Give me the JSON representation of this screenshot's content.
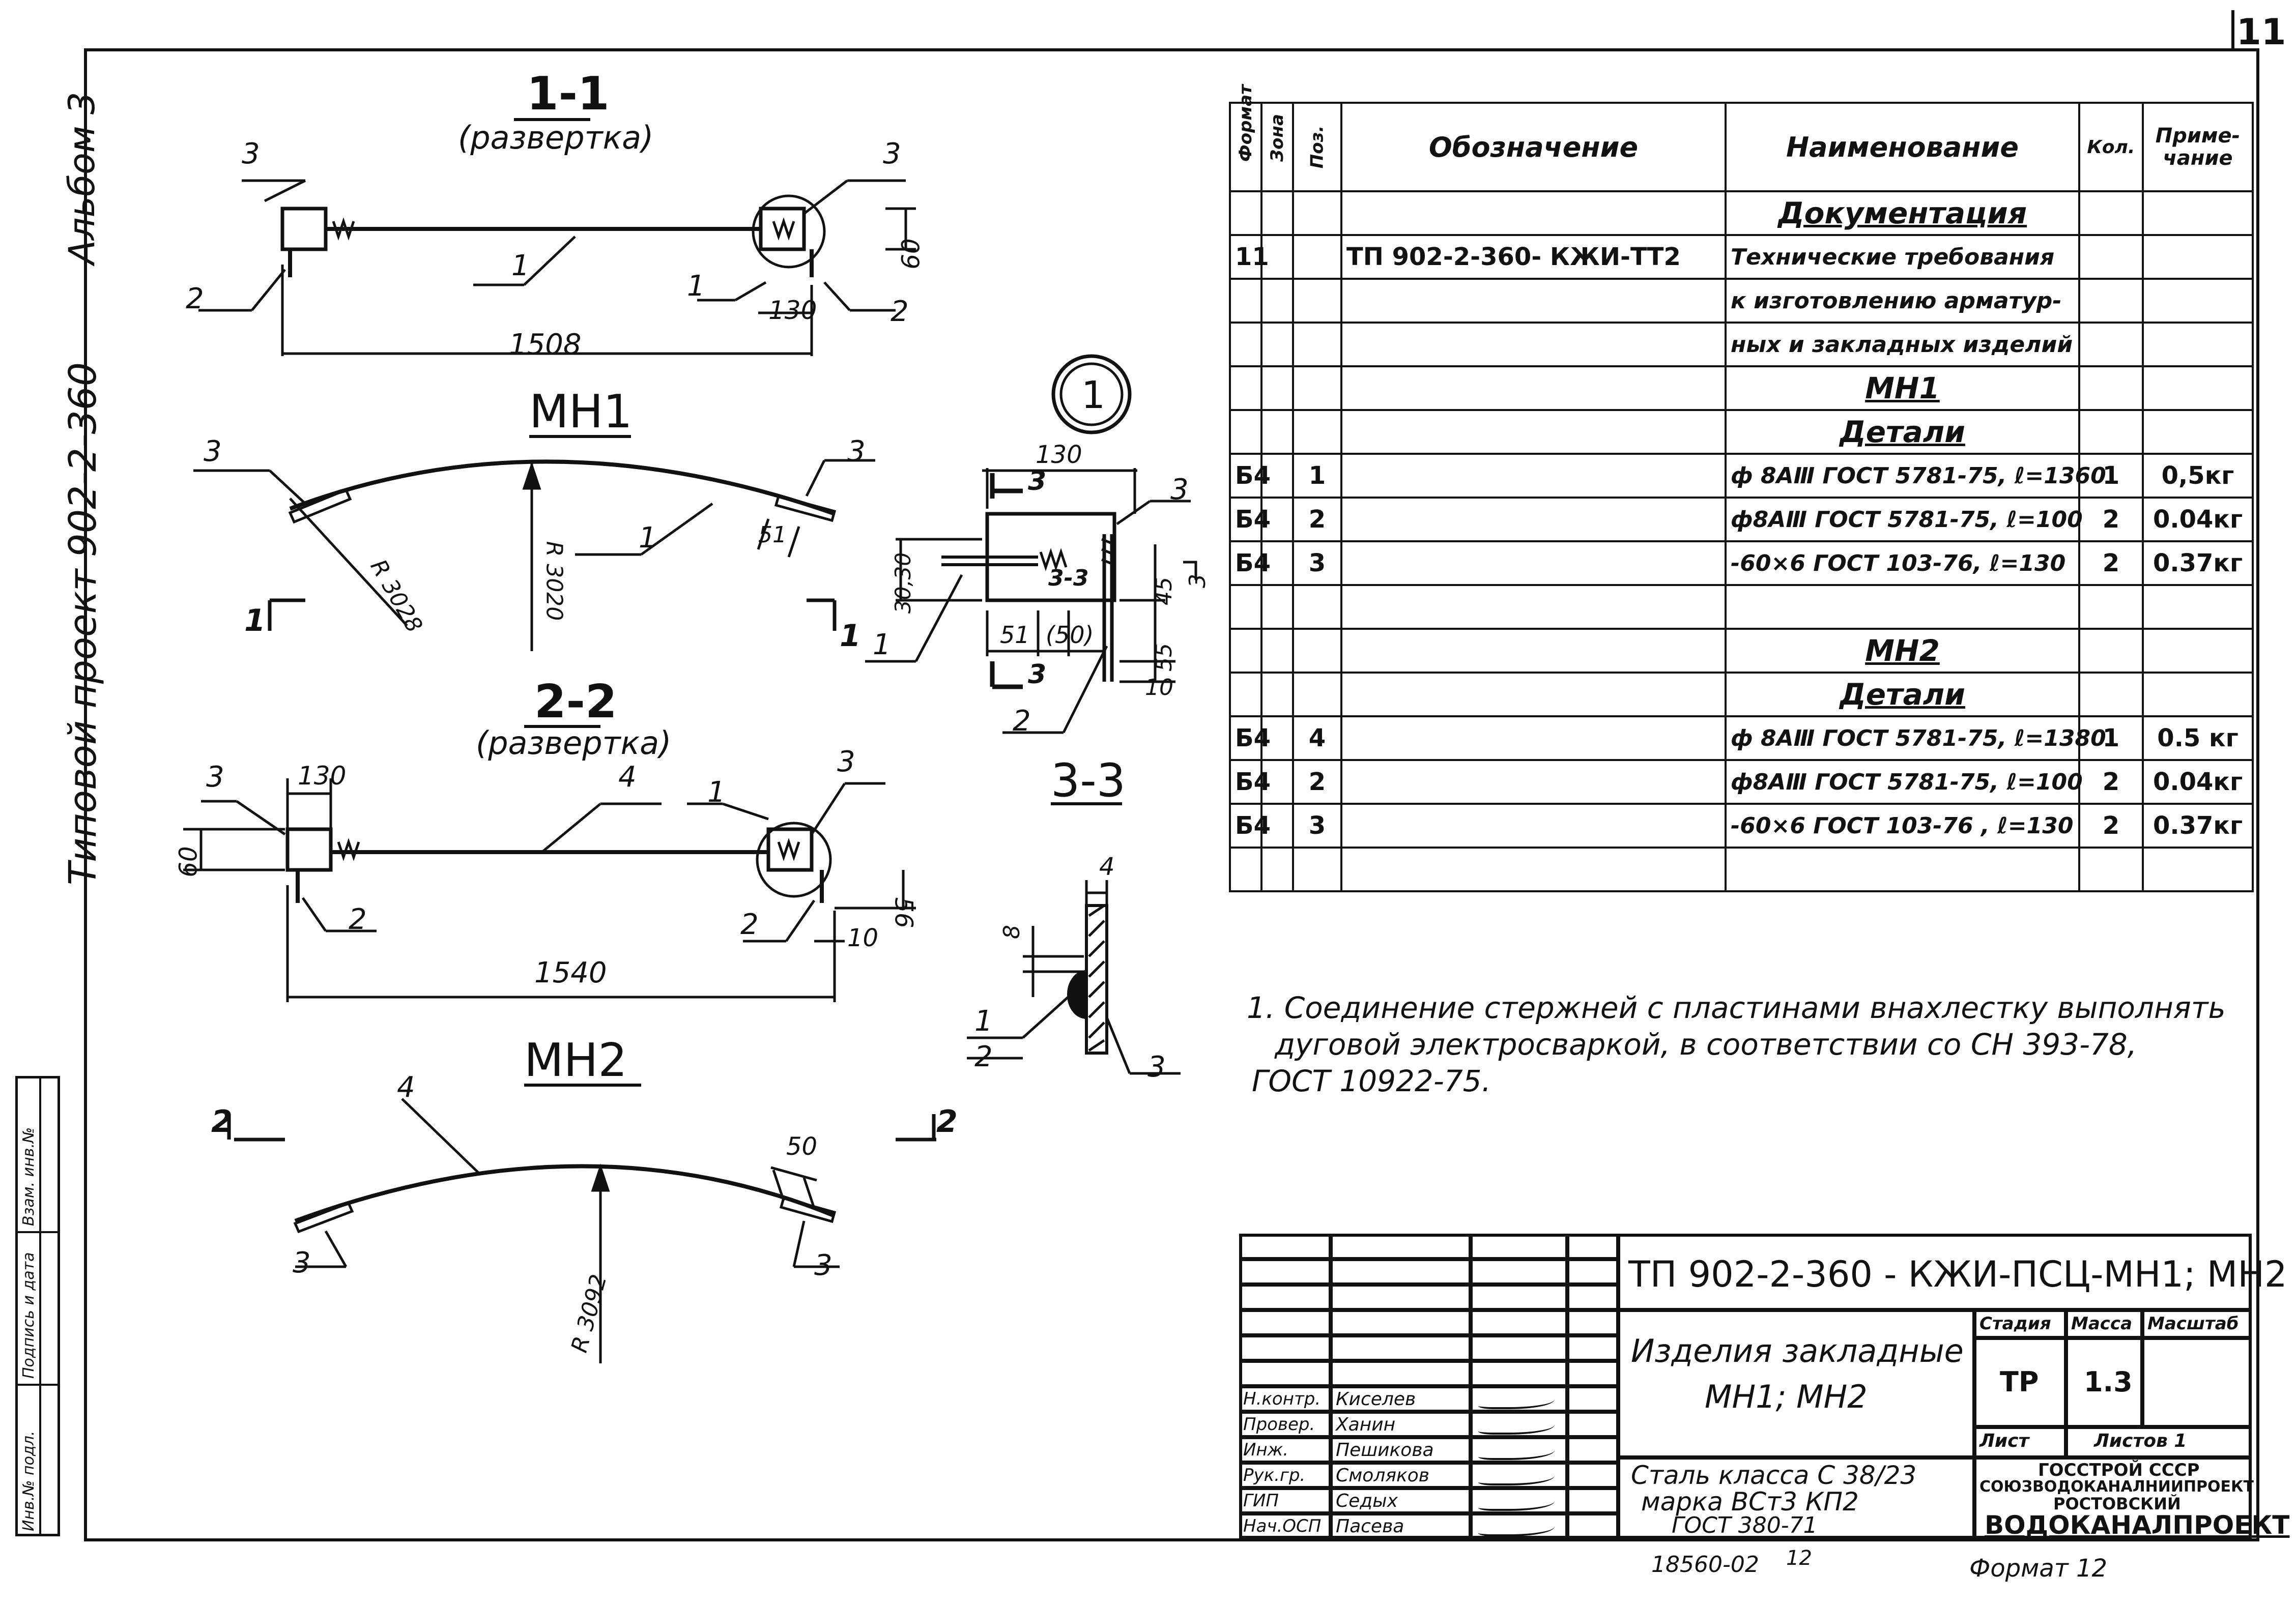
{
  "page_number": "11",
  "side_title": {
    "album": "Альбом 3",
    "project": "Типовой проект 902-2-360"
  },
  "margin_strip": [
    "Инв.№ подл.",
    "Подпись и дата",
    "Взам. инв.№"
  ],
  "views": {
    "sec11_title": "1-1",
    "sec11_sub": "(развертка)",
    "mh1_title": "МН1",
    "sec22_title": "2-2",
    "sec22_sub": "(развертка)",
    "mh2_title": "МН2",
    "node_label": "1",
    "sec33_title": "3-3",
    "dims": {
      "d1508": "1508",
      "d130a": "130",
      "d60a": "60",
      "r3028": "R 3028",
      "r3020": "R 3020",
      "d51a": "51",
      "d130b": "130",
      "d60b": "60",
      "d56": "56",
      "d10a": "10",
      "d1540": "1540",
      "r3092": "R 3092",
      "d50": "50",
      "n130": "130",
      "n3030": "30,30",
      "n45": "45",
      "n55": "55",
      "n10": "10",
      "n51": "51",
      "n50": "(50)",
      "n3": "3",
      "n33": "3-3",
      "s8": "8",
      "s4": "4"
    },
    "markers": {
      "one": "1",
      "two": "2",
      "three": "3",
      "four": "4",
      "cut1": "1",
      "cut2": "2"
    }
  },
  "spec_table": {
    "headers": [
      "Формат",
      "Зона",
      "Поз.",
      "Обозначение",
      "Наименование",
      "Кол.",
      "Приме-чание"
    ],
    "rows": [
      {
        "type": "section",
        "name": "Документация"
      },
      {
        "format": "11",
        "zone": "",
        "pos": "",
        "designation": "ТП 902-2-360- КЖИ-ТТ2",
        "name": "Технические требования",
        "qty": "",
        "note": ""
      },
      {
        "format": "",
        "zone": "",
        "pos": "",
        "designation": "",
        "name": "к изготовлению арматур-",
        "qty": "",
        "note": ""
      },
      {
        "format": "",
        "zone": "",
        "pos": "",
        "designation": "",
        "name": "ных и закладных изделий",
        "qty": "",
        "note": ""
      },
      {
        "type": "section",
        "name": "МН1"
      },
      {
        "type": "section",
        "name": "Детали"
      },
      {
        "format": "Б4",
        "zone": "",
        "pos": "1",
        "designation": "",
        "name": "ф 8АⅢ ГОСТ 5781-75, ℓ=1360",
        "qty": "1",
        "note": "0,5кг"
      },
      {
        "format": "Б4",
        "zone": "",
        "pos": "2",
        "designation": "",
        "name": "ф8АⅢ ГОСТ 5781-75, ℓ=100",
        "qty": "2",
        "note": "0.04кг"
      },
      {
        "format": "Б4",
        "zone": "",
        "pos": "3",
        "designation": "",
        "name": "-60×6 ГОСТ 103-76, ℓ=130",
        "qty": "2",
        "note": "0.37кг"
      },
      {
        "format": "",
        "zone": "",
        "pos": "",
        "designation": "",
        "name": "",
        "qty": "",
        "note": ""
      },
      {
        "type": "section",
        "name": "МН2"
      },
      {
        "type": "section",
        "name": "Детали"
      },
      {
        "format": "Б4",
        "zone": "",
        "pos": "4",
        "designation": "",
        "name": "ф 8АⅢ ГОСТ 5781-75, ℓ=1380",
        "qty": "1",
        "note": "0.5 кг"
      },
      {
        "format": "Б4",
        "zone": "",
        "pos": "2",
        "designation": "",
        "name": "ф8АⅢ ГОСТ 5781-75, ℓ=100",
        "qty": "2",
        "note": "0.04кг"
      },
      {
        "format": "Б4",
        "zone": "",
        "pos": "3",
        "designation": "",
        "name": "-60×6 ГОСТ 103-76 , ℓ=130",
        "qty": "2",
        "note": "0.37кг"
      },
      {
        "format": "",
        "zone": "",
        "pos": "",
        "designation": "",
        "name": "",
        "qty": "",
        "note": ""
      }
    ]
  },
  "note": {
    "line1": "1. Соединение стержней с пластинами внахлестку выполнять",
    "line2": "дуговой электросваркой, в соответствии со СН 393-78,",
    "line3": "ГОСТ 10922-75."
  },
  "title_block": {
    "code": "ТП 902-2-360 - КЖИ-ПСЦ-МН1; МН2",
    "item_line1": "Изделия закладные",
    "item_line2": "МН1; МН2",
    "material_line1": "Сталь класса С 38/23",
    "material_line2": "марка ВСт3 КП2",
    "material_line3": "ГОСТ 380-71",
    "stage_h": "Стадия",
    "mass_h": "Масса",
    "scale_h": "Масштаб",
    "stage": "ТР",
    "mass": "1.3",
    "sheet_h": "Лист",
    "sheets_h": "Листов 1",
    "org1": "ГОССТРОЙ СССР",
    "org2": "СОЮЗВОДОКАНАЛНИИПРОЕКТ",
    "org3": "РОСТОВСКИЙ",
    "org4": "ВОДОКАНАЛПРОЕКТ",
    "roles": [
      {
        "role": "Н.контр.",
        "name": "Киселев"
      },
      {
        "role": "Провер.",
        "name": "Ханин"
      },
      {
        "role": "Инж.",
        "name": "Пешикова"
      },
      {
        "role": "Рук.гр.",
        "name": "Смоляков"
      },
      {
        "role": "ГИП",
        "name": "Седых"
      },
      {
        "role": "Нач.ОСП",
        "name": "Пасева"
      }
    ]
  },
  "footer": {
    "inv": "18560-02",
    "sheet": "12",
    "format": "Формат 12"
  }
}
